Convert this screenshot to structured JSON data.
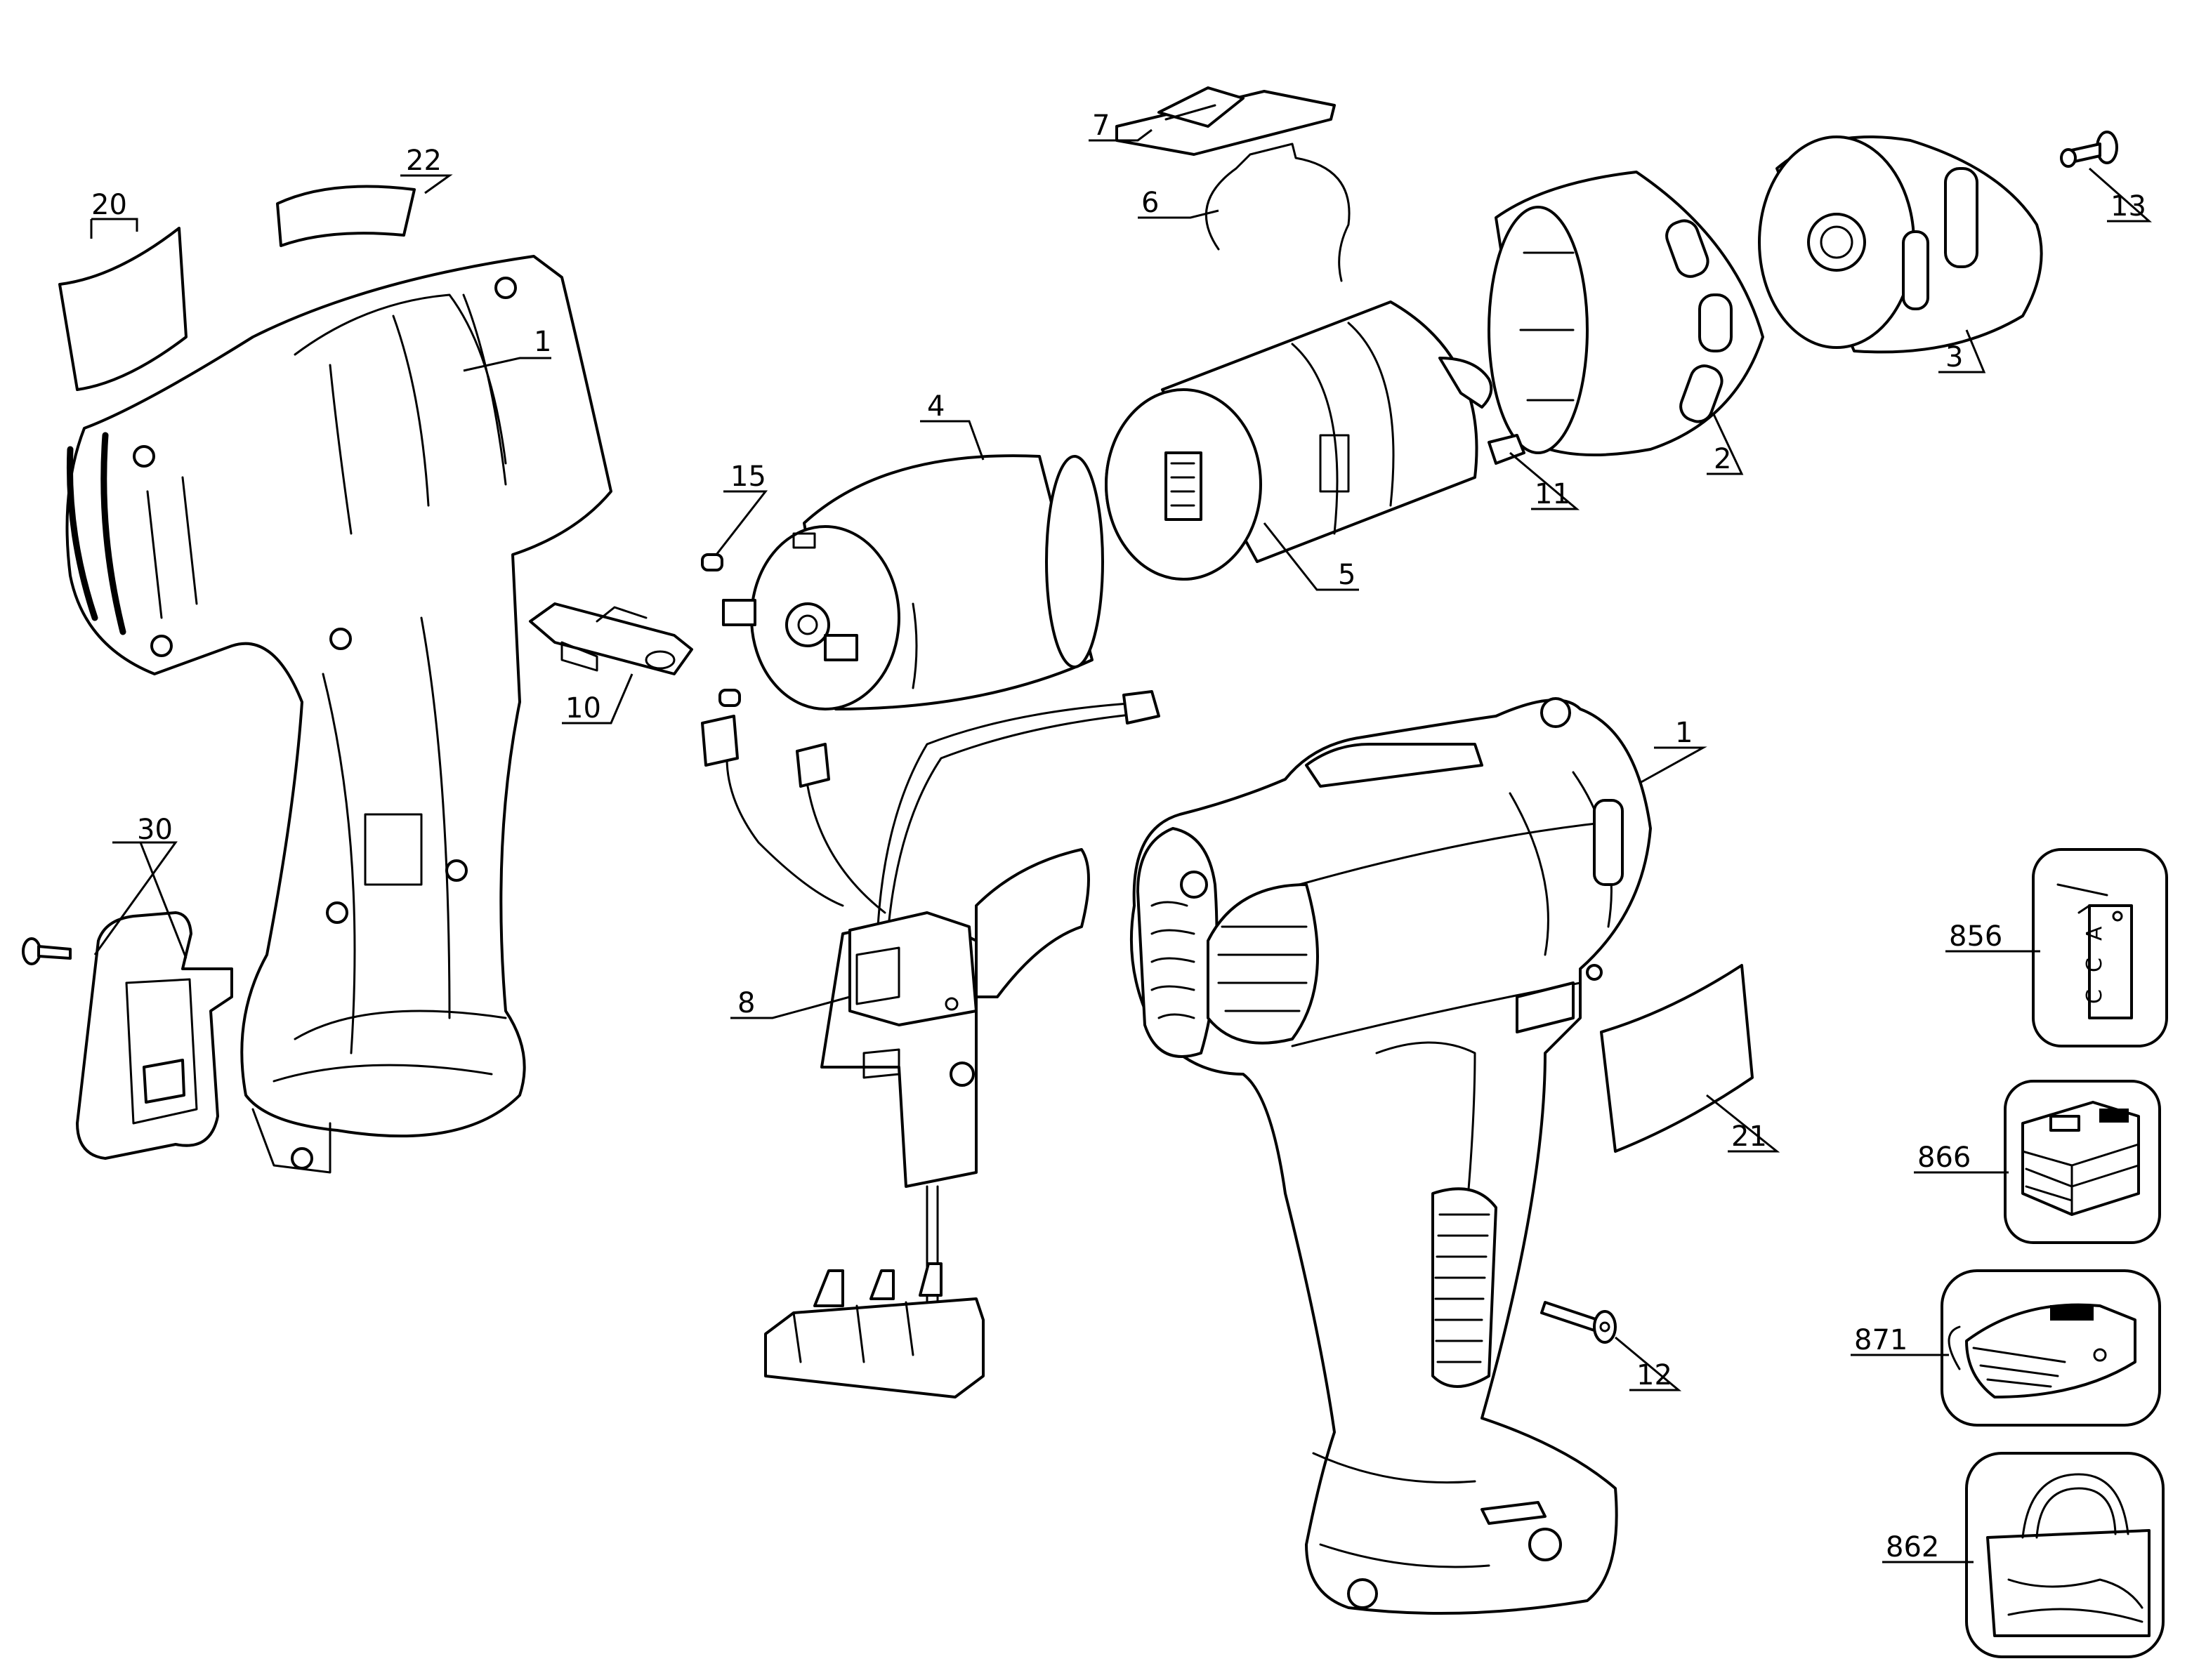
{
  "callouts": {
    "c1": "1",
    "c2": "2",
    "c3": "3",
    "c4": "4",
    "c5": "5",
    "c6": "6",
    "c7": "7",
    "c8": "8",
    "c10": "10",
    "c11": "11",
    "c12": "12",
    "c13": "13",
    "c15": "15",
    "c20": "20",
    "c21": "21",
    "c22": "22",
    "c30": "30",
    "c856": "856",
    "c862": "862",
    "c866": "866",
    "c871": "871"
  },
  "accessory_tag": {
    "letters": [
      "A",
      "C",
      "C"
    ]
  }
}
